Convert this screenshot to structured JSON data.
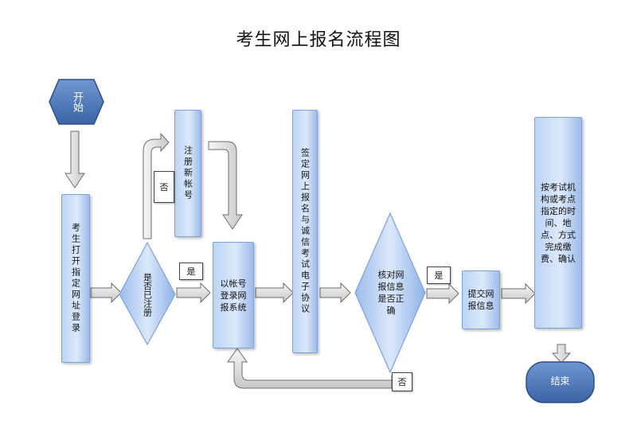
{
  "title": "考生网上报名流程图",
  "nodes": {
    "start": "开始",
    "open_url": "考生打开指定网址登录",
    "registered_check": "是否已注册",
    "register": "注册新帐号",
    "login": "以帐号登录网报系统",
    "sign_agreement": "签定网上报名与诚信考试电子协议",
    "verify_info": "核对网报信息是否正确",
    "submit": "提交网报信息",
    "pay": "按考试机构或考点指定的时间、地点、方式完成缴费、确认",
    "end": "结束"
  },
  "labels": {
    "no_register": "否",
    "yes_login": "是",
    "yes_submit": "是",
    "no_back": "否"
  },
  "colors": {
    "box_fill": "#bcd4f6",
    "box_border": "#7fa3d6",
    "terminal_fill": "#4f79b9",
    "arrow_fill": "#e4e4e4"
  }
}
